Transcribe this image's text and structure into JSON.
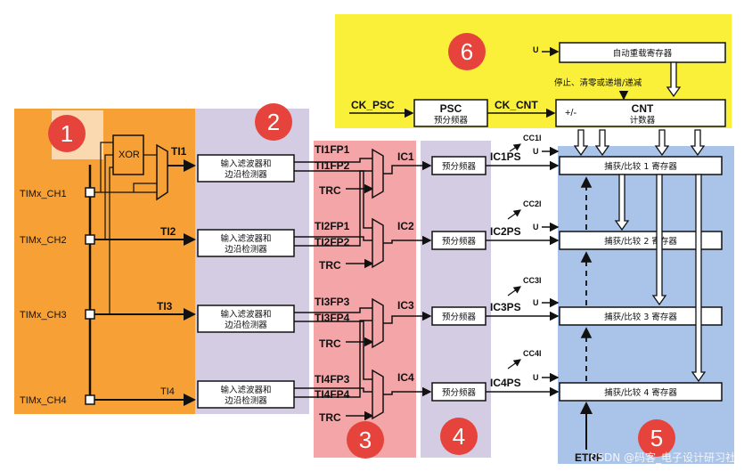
{
  "regions": [
    {
      "number": "1",
      "color": "#F7A035"
    },
    {
      "number": "2",
      "color": "#D4CCE3"
    },
    {
      "number": "3",
      "color": "#F3A5A8"
    },
    {
      "number": "4",
      "color": "#D4CCE3"
    },
    {
      "number": "5",
      "color": "#A9C3E9"
    },
    {
      "number": "6",
      "color": "#FAF03A"
    }
  ],
  "inputs": {
    "ch1": "TIMx_CH1",
    "ch2": "TIMx_CH2",
    "ch3": "TIMx_CH3",
    "ch4": "TIMx_CH4",
    "xor": "XOR",
    "ti1": "TI1",
    "ti2": "TI2",
    "ti3": "TI3",
    "ti4": "TI4"
  },
  "filter_label": {
    "line1": "输入滤波器和",
    "line2": "边沿检测器"
  },
  "mux": {
    "ti1fp1": "TI1FP1",
    "ti1fp2": "TI1FP2",
    "ti2fp1": "TI2FP1",
    "ti2fp2": "TI2FP2",
    "ti3fp3": "TI3FP3",
    "ti3fp4": "TI3FP4",
    "ti4fp3": "TI4FP3",
    "ti4fp4": "TI4FP4",
    "trc": "TRC",
    "ic1": "IC1",
    "ic2": "IC2",
    "ic3": "IC3",
    "ic4": "IC4"
  },
  "prescaler_label": "预分频器",
  "ps": {
    "ic1ps": "IC1PS",
    "ic2ps": "IC2PS",
    "ic3ps": "IC3PS",
    "ic4ps": "IC4PS",
    "cc1i": "CC1I",
    "cc2i": "CC2I",
    "cc3i": "CC3I",
    "cc4i": "CC4I",
    "u": "U"
  },
  "ccr": {
    "r1": "捕获/比较 1 寄存器",
    "r2": "捕获/比较 2 寄存器",
    "r3": "捕获/比较 3 寄存器",
    "r4": "捕获/比较 4 寄存器",
    "etr": "ETRF"
  },
  "counter": {
    "u": "U",
    "autoreload": "自动重载寄存器",
    "stop_text": "停止、清零或递增/递减",
    "ck_psc": "CK_PSC",
    "psc_title": "PSC",
    "psc_sub": "预分频器",
    "ck_cnt": "CK_CNT",
    "plusminus": "+/-",
    "cnt_title": "CNT",
    "cnt_sub": "计数器"
  },
  "watermark": "CSDN @码客_电子设计研习社"
}
